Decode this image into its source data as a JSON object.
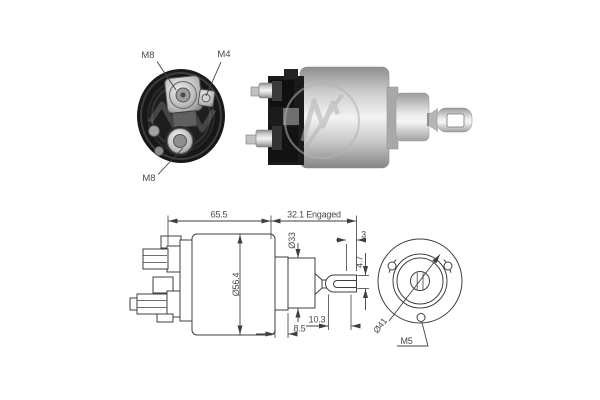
{
  "rear_view": {
    "terminal_top": "M8",
    "terminal_side": "M4",
    "terminal_bottom": "M8"
  },
  "dimensions": {
    "body_length": "65.5",
    "engaged_length": "32.1 Engaged",
    "housing_diameter": "Ø56.4",
    "front_diameter": "Ø33",
    "fork_tip": "3",
    "fork_slot_width": "4.7",
    "spigot_length": "8.5",
    "fork_depth": "10.3",
    "bolt_circle_diameter": "Ø41",
    "mounting_thread": "M5"
  },
  "icons": {
    "watermark": "m-lightning-logo-watermark"
  },
  "colors": {
    "background": "#ffffff",
    "drawing_line": "#3f3f3f",
    "label_text": "#4a4a4a",
    "cap_black": "#141414",
    "metal_highlight": "#f3f3f3",
    "metal_shadow": "#8a8a8a",
    "watermark_gray": "#b5b5b5"
  }
}
